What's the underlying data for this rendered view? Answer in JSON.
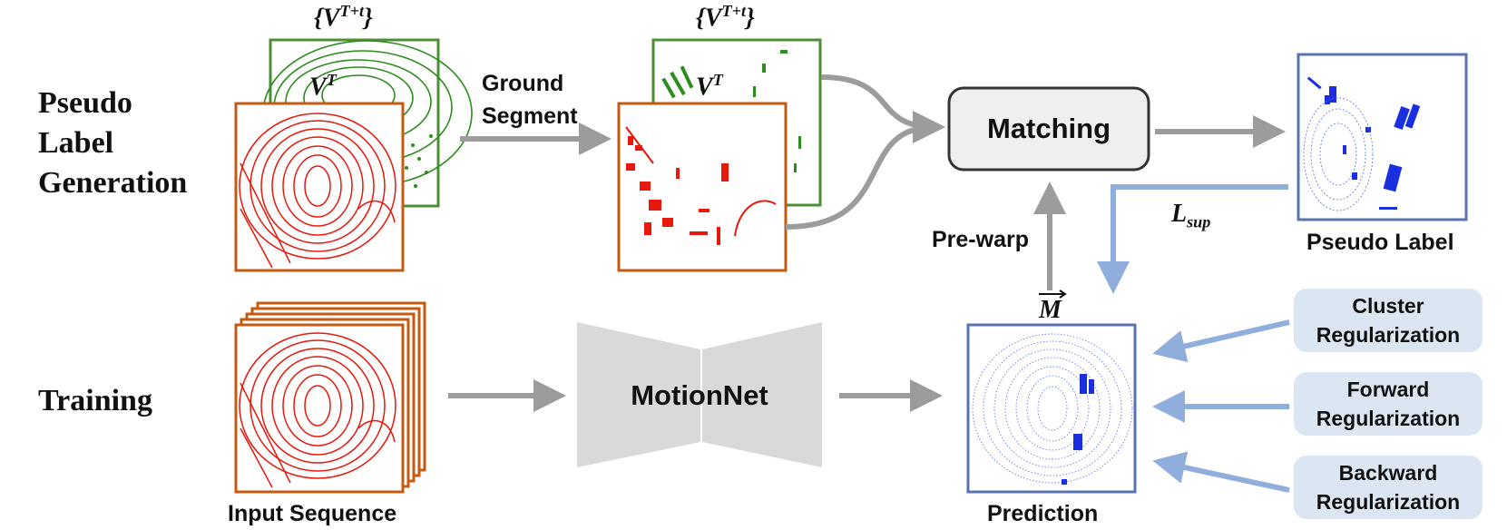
{
  "stages": {
    "pseudo_label_generation": [
      "Pseudo",
      "Label",
      "Generation"
    ],
    "training": "Training"
  },
  "symbols": {
    "future_frames": "{V^{T+t}}",
    "current_frame": "V^T",
    "sup_loss": "L_sup",
    "motion": "M"
  },
  "labels": {
    "ground_segment": [
      "Ground",
      "Segment"
    ],
    "matching": "Matching",
    "pre_warp": "Pre-warp",
    "pseudo_label": "Pseudo Label",
    "motionnet": "MotionNet",
    "input_sequence": "Input Sequence",
    "prediction": "Prediction"
  },
  "regularizations": [
    [
      "Cluster",
      "Regularization"
    ],
    [
      "Forward",
      "Regularization"
    ],
    [
      "Backward",
      "Regularization"
    ]
  ],
  "colors": {
    "current_frame_border": "#c55a11",
    "future_frame_border": "#4e8f35",
    "output_border": "#5a73b0",
    "arrow_gray": "#9c9c9c",
    "arrow_blue": "#8faedc",
    "points_red": "#e8180c",
    "points_green": "#2d8c1e",
    "points_blue": "#1a2fe0",
    "box_fill": "#dce6f3"
  }
}
